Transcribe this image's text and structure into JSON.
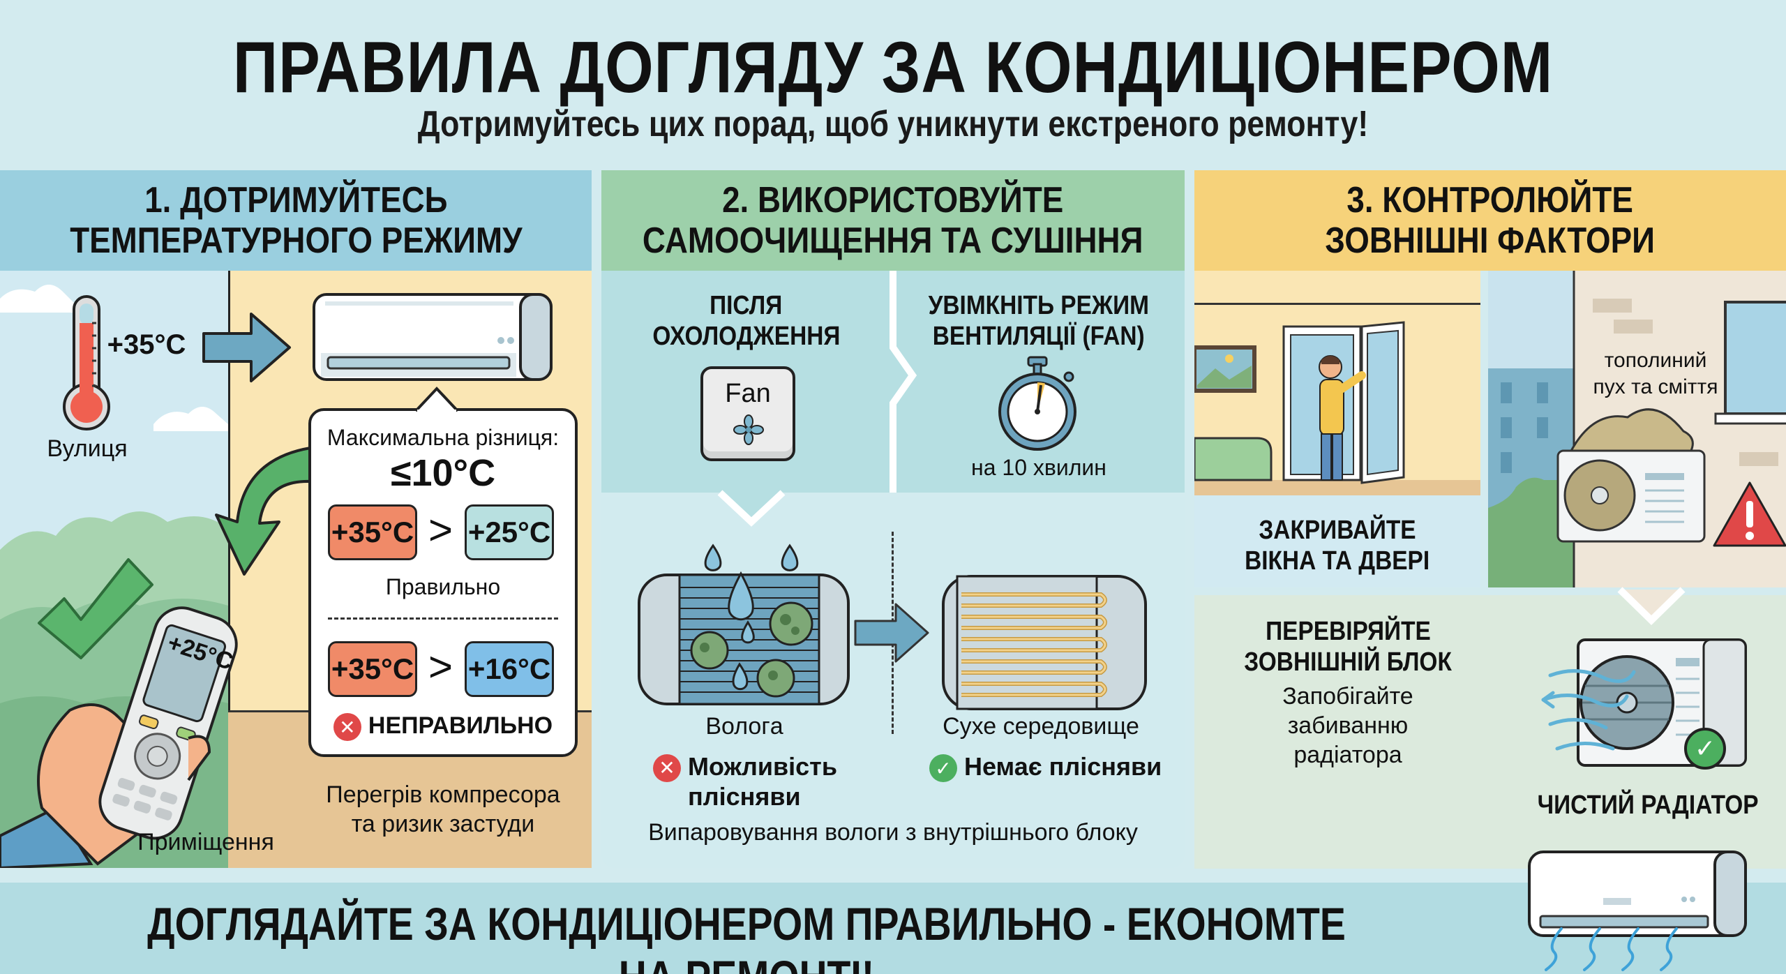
{
  "header": {
    "title": "ПРАВИЛА ДОГЛЯДУ ЗА КОНДИЦІОНЕРОМ",
    "subtitle": "Дотримуйтесь цих порад, щоб уникнути екстреного ремонту!"
  },
  "colors": {
    "page_bg": "#d3ebef",
    "col1_header": "#9acfdf",
    "col2_header": "#9dd0aa",
    "col3_header": "#f6d27a",
    "hot": "#f08a68",
    "cool": "#b8e0e0",
    "cold": "#80bfe8",
    "error": "#e04848",
    "success": "#4caf5f",
    "banner": "#b2dce2"
  },
  "section1": {
    "title_line1": "1. ДОТРИМУЙТЕСЬ",
    "title_line2": "ТЕМПЕРАТУРНОГО РЕЖИМУ",
    "outdoor_temp": "+35°C",
    "outdoor_label": "Вулиця",
    "indoor_label": "Приміщення",
    "remote_display": "+25°C",
    "max_diff_label": "Максимальна різниця:",
    "max_diff_value": "≤10°C",
    "correct": {
      "hot": "+35°C",
      "sign": ">",
      "cool": "+25°C",
      "label": "Правильно"
    },
    "wrong": {
      "hot": "+35°C",
      "sign": ">",
      "cool": "+16°C",
      "label": "НЕПРАВИЛЬНО",
      "icon": "x-circle-icon"
    },
    "consequence_line1": "Перегрів компресора",
    "consequence_line2": "та ризик застуди"
  },
  "section2": {
    "title_line1": "2. ВИКОРИСТОВУЙТЕ",
    "title_line2": "САМООЧИЩЕННЯ ТА СУШІННЯ",
    "step1_line1": "ПІСЛЯ",
    "step1_line2": "ОХОЛОДЖЕННЯ",
    "fan_button_label": "Fan",
    "step2_line1": "УВІМКНІТЬ РЕЖИМ",
    "step2_line2": "ВЕНТИЛЯЦІЇ (FAN)",
    "duration": "на 10 хвилин",
    "wet_label": "Вологa",
    "wet_result_line1": "Можливість",
    "wet_result_line2": "плісняви",
    "dry_label": "Сухе середовище",
    "dry_result": "Немає плісняви",
    "caption": "Випаровування вологи з внутрішнього блоку"
  },
  "section3": {
    "title_line1": "3. КОНТРОЛЮЙТЕ",
    "title_line2": "ЗОВНІШНІ ФАКТОРИ",
    "close_line1": "ЗАКРИВАЙТЕ",
    "close_line2": "ВІКНА ТА ДВЕРІ",
    "debris_line1": "тополиний",
    "debris_line2": "пух та сміття",
    "check_line1": "ПЕРЕВІРЯЙТЕ",
    "check_line2": "ЗОВНІШНІЙ БЛОК",
    "prevent_line1": "Запобігайте",
    "prevent_line2": "забиванню",
    "prevent_line3": "радіатора",
    "clean_label": "ЧИСТИЙ РАДІАТОР"
  },
  "footer": {
    "banner": "ДОГЛЯДАЙТЕ ЗА КОНДИЦІОНЕРОМ ПРАВИЛЬНО - ЕКОНОМТЕ НА РЕМОНТІ!"
  }
}
